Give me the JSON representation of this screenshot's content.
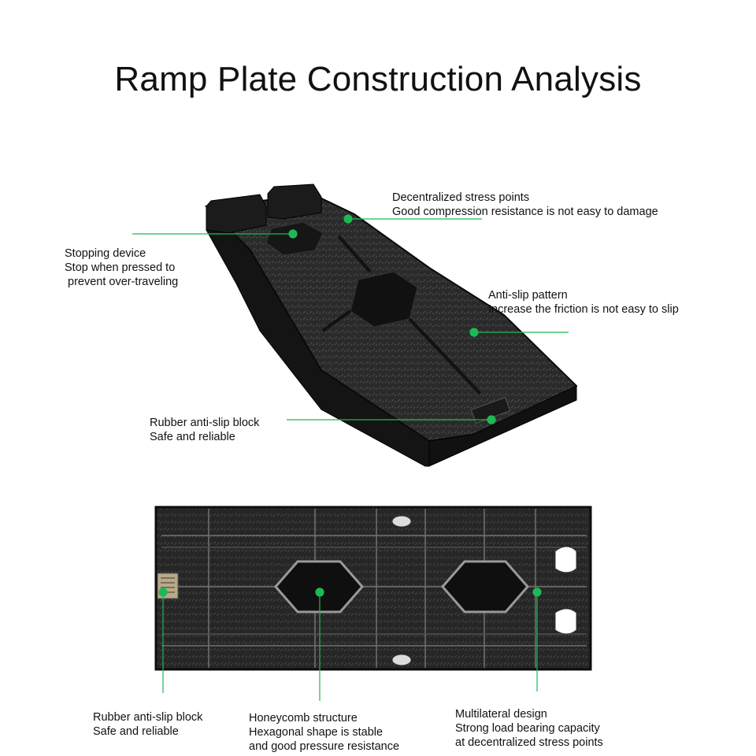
{
  "title": "Ramp Plate Construction Analysis",
  "accent_color": "#1db954",
  "callouts": {
    "decentralized": {
      "line1": "Decentralized stress points",
      "line2": "Good compression resistance is not easy to damage"
    },
    "stopping": {
      "line1": "Stopping device",
      "line2": "Stop when pressed to",
      "line3": "prevent over-traveling"
    },
    "antislip_pattern": {
      "line1": "Anti-slip pattern",
      "line2": "Increase the friction is not easy to slip"
    },
    "rubber_top": {
      "line1": "Rubber anti-slip block",
      "line2": "Safe and reliable"
    },
    "rubber_bottom": {
      "line1": "Rubber anti-slip block",
      "line2": "Safe and reliable"
    },
    "honeycomb": {
      "line1": "Honeycomb structure",
      "line2": "Hexagonal shape is stable",
      "line3": "and good pressure resistance"
    },
    "multilateral": {
      "line1": "Multilateral design",
      "line2": "Strong load bearing capacity",
      "line3": "at decentralized stress points"
    }
  }
}
